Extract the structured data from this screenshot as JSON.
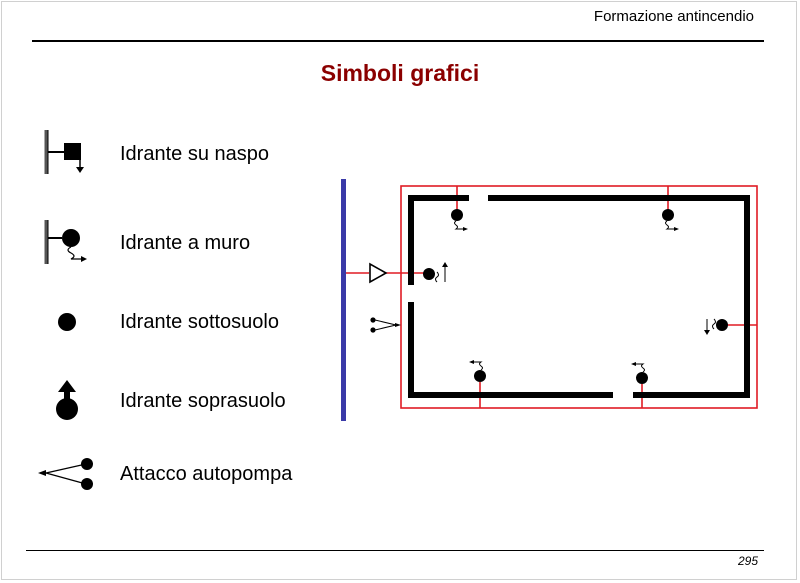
{
  "header": {
    "title": "Formazione antincendio"
  },
  "main": {
    "title": "Simboli grafici",
    "legend": [
      {
        "icon": "hose-reel-hydrant-icon",
        "label": "Idrante su naspo"
      },
      {
        "icon": "wall-hydrant-icon",
        "label": "Idrante a muro"
      },
      {
        "icon": "underground-hydrant-icon",
        "label": "Idrante sottosuolo"
      },
      {
        "icon": "above-ground-hydrant-icon",
        "label": "Idrante soprasuolo"
      },
      {
        "icon": "fire-pump-connection-icon",
        "label": "Attacco autopompa"
      }
    ]
  },
  "colors": {
    "title": "#8b0000",
    "supply_line": "#3a3aa8",
    "pipe": "#e01b24",
    "wall": "#000000"
  },
  "footer": {
    "page_number": "295"
  }
}
